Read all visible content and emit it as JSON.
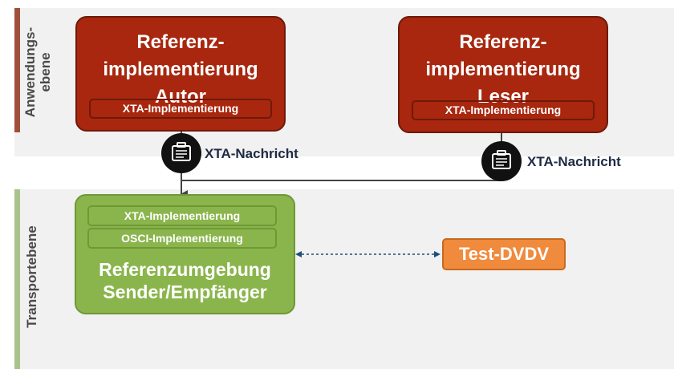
{
  "layers": {
    "top": "Anwendungs-\nebene",
    "bottom": "Transportebene"
  },
  "autor": {
    "title": "Referenz-\nimplementierung\nAutor",
    "sub": "XTA-Implementierung"
  },
  "leser": {
    "title": "Referenz-\nimplementierung\nLeser",
    "sub": "XTA-Implementierung"
  },
  "messages": {
    "left": "XTA-Nachricht",
    "right": "XTA-Nachricht"
  },
  "transport": {
    "sub1": "XTA-Implementierung",
    "sub2": "OSCI-Implementierung",
    "title": "Referenzumgebung\nSender/Empfänger"
  },
  "test": {
    "label": "Test-DVDV"
  },
  "icons": {
    "message": "envelope-briefcase-icon"
  },
  "colors": {
    "application_red": "#a8270e",
    "transport_green": "#8ab54c",
    "test_orange": "#f08a3c"
  }
}
